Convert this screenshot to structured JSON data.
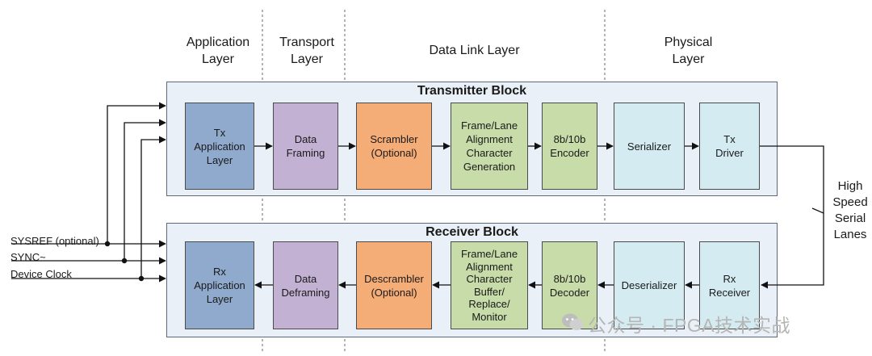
{
  "layers": {
    "application": "Application\nLayer",
    "transport": "Transport\nLayer",
    "data_link": "Data Link Layer",
    "physical": "Physical\nLayer"
  },
  "transmitter": {
    "title": "Transmitter Block",
    "blocks": [
      "Tx\nApplication\nLayer",
      "Data\nFraming",
      "Scrambler\n(Optional)",
      "Frame/Lane\nAlignment\nCharacter\nGeneration",
      "8b/10b\nEncoder",
      "Serializer",
      "Tx\nDriver"
    ]
  },
  "receiver": {
    "title": "Receiver Block",
    "blocks": [
      "Rx\nApplication\nLayer",
      "Data\nDeframing",
      "Descrambler\n(Optional)",
      "Frame/Lane\nAlignment\nCharacter\nBuffer/\nReplace/\nMonitor",
      "8b/10b\nDecoder",
      "Deserializer",
      "Rx\nReceiver"
    ]
  },
  "signals": {
    "sysref": "SYSREF (optional)",
    "sync": "SYNC~",
    "device_clock": "Device Clock"
  },
  "lanes_label": "High\nSpeed\nSerial\nLanes",
  "watermark": "公众号 · FPGA技术实战"
}
